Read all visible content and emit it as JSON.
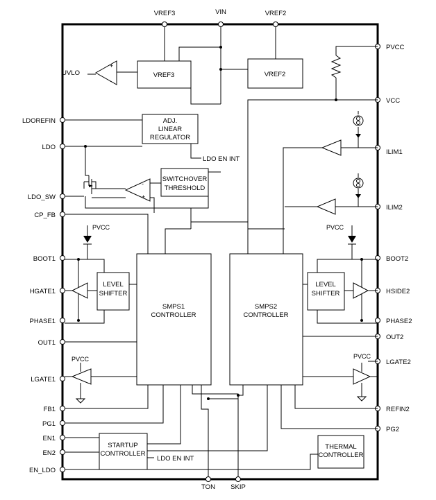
{
  "pins": {
    "top": {
      "vref3": "VREF3",
      "vin": "VIN",
      "vref2": "VREF2"
    },
    "left": {
      "uvlo": "UVLO",
      "ldorefin": "LDOREFIN",
      "ldo": "LDO",
      "ldo_sw": "LDO_SW",
      "cp_fb": "CP_FB",
      "boot1": "BOOT1",
      "hgate1": "HGATE1",
      "phase1": "PHASE1",
      "out1": "OUT1",
      "lgate1": "LGATE1",
      "fb1": "FB1",
      "pg1": "PG1",
      "en1": "EN1",
      "en2": "EN2",
      "en_ldo": "EN_LDO"
    },
    "right": {
      "pvcc": "PVCC",
      "vcc": "VCC",
      "ilim1": "ILIM1",
      "ilim2": "ILIM2",
      "boot2": "BOOT2",
      "hside2": "HSIDE2",
      "phase2": "PHASE2",
      "out2": "OUT2",
      "lgate2": "LGATE2",
      "refin2": "REFIN2",
      "pg2": "PG2"
    },
    "bottom": {
      "ton": "TON",
      "skip": "SKIP"
    }
  },
  "blocks": {
    "vref3": "VREF3",
    "vref2": "VREF2",
    "ldo_reg": [
      "ADJ.",
      "LINEAR",
      "REGULATOR"
    ],
    "switchover": [
      "SWITCHOVER",
      "THRESHOLD"
    ],
    "level_shifter_1": [
      "LEVEL",
      "SHIFTER"
    ],
    "level_shifter_2": [
      "LEVEL",
      "SHIFTER"
    ],
    "smps1": [
      "SMPS1",
      "CONTROLLER"
    ],
    "smps2": [
      "SMPS2",
      "CONTROLLER"
    ],
    "startup": [
      "STARTUP",
      "CONTROLLER"
    ],
    "thermal": [
      "THERMAL",
      "CONTROLLER"
    ]
  },
  "labels": {
    "ldo_en_int_1": "LDO EN INT",
    "ldo_en_int_2": "LDO EN INT",
    "pvcc_left_boot": "PVCC",
    "pvcc_left_lgate": "PVCC",
    "pvcc_right_boot": "PVCC",
    "pvcc_right_lgate": "PVCC"
  }
}
